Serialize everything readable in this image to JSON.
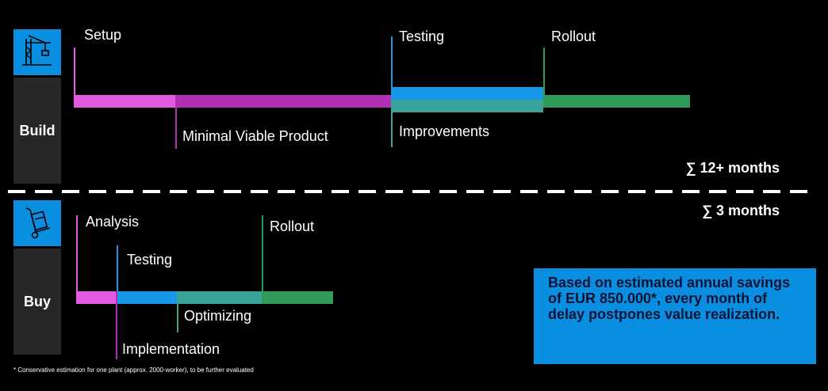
{
  "build": {
    "label": "Build",
    "icon": "crane-icon",
    "milestones": {
      "setup": "Setup",
      "mvp": "Minimal Viable Product",
      "testing": "Testing",
      "improvements": "Improvements",
      "rollout": "Rollout"
    },
    "total": "∑ 12+ months"
  },
  "buy": {
    "label": "Buy",
    "icon": "hand-truck-icon",
    "milestones": {
      "analysis": "Analysis",
      "testing": "Testing",
      "implementation": "Implementation",
      "optimizing": "Optimizing",
      "rollout": "Rollout"
    },
    "total": "∑ 3 months"
  },
  "note": "Based on estimated annual savings of EUR 850.000*, every month of delay postpones value realization.",
  "footnote": "* Conservative estimation for one plant (approx. 2000-worker), to be further evaluated",
  "colors": {
    "accent_blue": "#0a8fe0",
    "setup": "#e25adf",
    "mvp": "#b12fb1",
    "testing": "#1896e8",
    "improvements": "#3aa39a",
    "rollout": "#2f9a5a"
  }
}
